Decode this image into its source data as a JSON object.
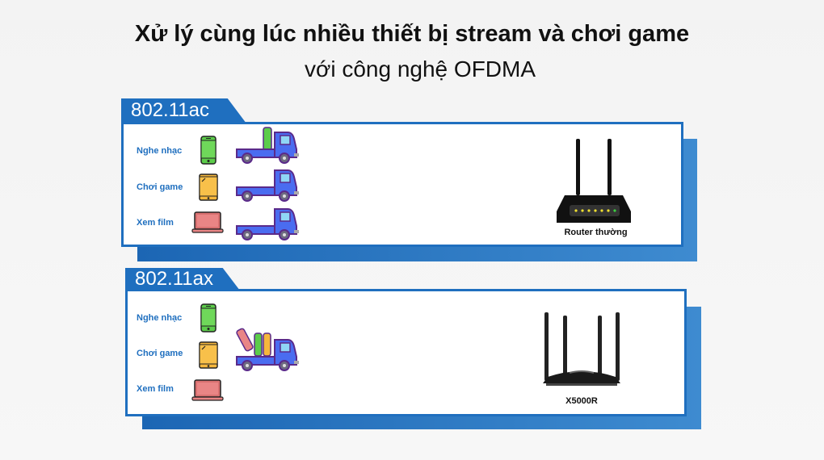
{
  "title": "Xử lý cùng lúc nhiều thiết bị stream và chơi game",
  "subtitle": "với công nghệ OFDMA",
  "panels": [
    {
      "tab": "802.11ac",
      "rows": [
        "Nghe nhạc",
        "Chơi game",
        "Xem film"
      ],
      "router_label": "Router thường"
    },
    {
      "tab": "802.11ax",
      "rows": [
        "Nghe nhạc",
        "Chơi game",
        "Xem film"
      ],
      "router_label": "X5000R"
    }
  ],
  "colors": {
    "accent": "#1f6fbf",
    "truck": "#4a6cf0",
    "phone": "#5ccc4a",
    "tablet": "#f6b73c",
    "laptop": "#e98585"
  }
}
